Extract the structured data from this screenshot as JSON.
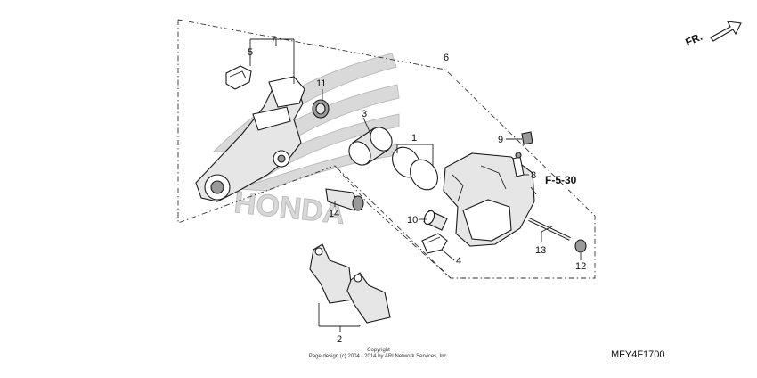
{
  "diagram": {
    "fr_label": "FR.",
    "ref_label": "F-5-30",
    "code_label": "MFY4F1700",
    "copyright_line1": "Copyright",
    "copyright_line2": "Page design (c) 2004 - 2014 by ARI Network Services, Inc.",
    "watermark_text": "HONDA",
    "callouts": [
      "1",
      "2",
      "3",
      "4",
      "5",
      "6",
      "7",
      "8",
      "9",
      "10",
      "11",
      "12",
      "13",
      "14"
    ]
  }
}
